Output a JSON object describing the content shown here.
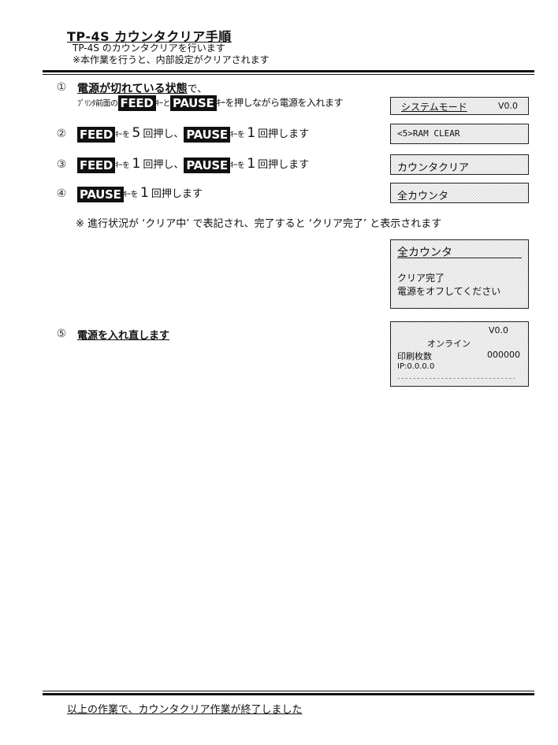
{
  "header": {
    "title": "TP-4S カウンタクリア手順",
    "line1": "TP-4S のカウンタクリアを行います",
    "line2": "※本作業を行うと、内部設定がクリアされます"
  },
  "steps": [
    {
      "num": "①",
      "heading": "電源が切れている状態",
      "heading_suffix": "で、",
      "text_a": "ﾌﾟﾘﾝﾀ前面の",
      "key_a": "FEED",
      "text_b": "ｷｰと",
      "key_b": "PAUSE",
      "text_c": "ｷｰを押しながら電源を入れます"
    },
    {
      "num": "②",
      "key_a": "FEED",
      "text_a": "ｷｰを",
      "count_a": "5",
      "text_b": "回押し、",
      "key_b": "PAUSE",
      "text_c": "ｷｰを",
      "count_b": "1",
      "text_d": "回押します"
    },
    {
      "num": "③",
      "key_a": "FEED",
      "text_a": "ｷｰを",
      "count_a": "1",
      "text_b": "回押し、",
      "key_b": "PAUSE",
      "text_c": "ｷｰを",
      "count_b": "1",
      "text_d": "回押します"
    },
    {
      "num": "④",
      "key_a": "PAUSE",
      "text_a": "ｷｰを",
      "count_a": "1",
      "text_b": "回押します"
    },
    {
      "num": "⑤",
      "heading": "電源を入れ直します"
    }
  ],
  "note": "※ 進行状況が ‘クリア中’ で表記され、完了すると ‘クリア完了’ と表示されます",
  "panels": {
    "p1_left": "システムモード",
    "p1_right": "V0.0",
    "p2": "<5>RAM CLEAR",
    "p3": "カウンタクリア",
    "p4": "全カウンタ",
    "p5_title": "全カウンタ",
    "p5_line1": "クリア完了",
    "p5_line2": "電源をオフしてください",
    "p6_version": "V0.0",
    "p6_status": "オンライン",
    "p6_count_label": "印刷枚数",
    "p6_count_value": "000000",
    "p6_ip": "IP:0.0.0.0"
  },
  "footer": {
    "text": "以上の作業で、カウンタクリア作業が終了しました"
  }
}
